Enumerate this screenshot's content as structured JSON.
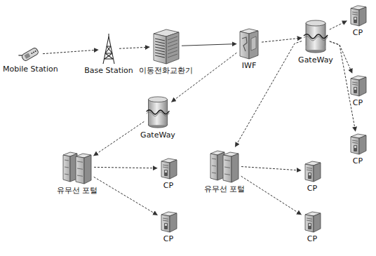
{
  "diagram": {
    "nodes": [
      {
        "text": [
          "Mobile Station"
        ]
      },
      {
        "text": [
          "Base Station"
        ]
      },
      {
        "text": [
          "이동전화교환기"
        ]
      },
      {
        "text": [
          "IWF"
        ]
      },
      {
        "text": [
          "GateWay"
        ]
      },
      {
        "text": [
          "CP"
        ]
      },
      {
        "text": [
          "CP"
        ]
      },
      {
        "text": [
          "CP"
        ]
      },
      {
        "text": [
          "GateWay"
        ]
      },
      {
        "text": [
          "유무선 포털"
        ]
      },
      {
        "text": [
          "CP"
        ]
      },
      {
        "text": [
          "CP"
        ]
      },
      {
        "text": [
          "유무선 포털"
        ]
      },
      {
        "text": [
          "CP"
        ]
      },
      {
        "text": [
          "CP"
        ]
      }
    ],
    "edges": [
      {
        "from": 0,
        "to": 1,
        "arrow": "to"
      },
      {
        "from": 1,
        "to": 2,
        "arrow": "to"
      },
      {
        "from": 2,
        "to": 3,
        "arrow": "to"
      },
      {
        "from": 3,
        "to": 4,
        "arrow": "to"
      },
      {
        "from": 4,
        "to": 5,
        "arrow": "to"
      },
      {
        "from": 4,
        "to": 6,
        "arrow": "to"
      },
      {
        "from": 4,
        "to": 7,
        "arrow": "to"
      },
      {
        "from": 3,
        "to": 8,
        "arrow": "to"
      },
      {
        "from": 4,
        "to": 12,
        "arrow": "to"
      },
      {
        "from": 8,
        "to": 9,
        "arrow": "to"
      },
      {
        "from": 9,
        "to": 10,
        "arrow": "to"
      },
      {
        "from": 9,
        "to": 11,
        "arrow": "to"
      },
      {
        "from": 12,
        "to": 13,
        "arrow": "to"
      },
      {
        "from": 12,
        "to": 14,
        "arrow": "to"
      }
    ]
  }
}
